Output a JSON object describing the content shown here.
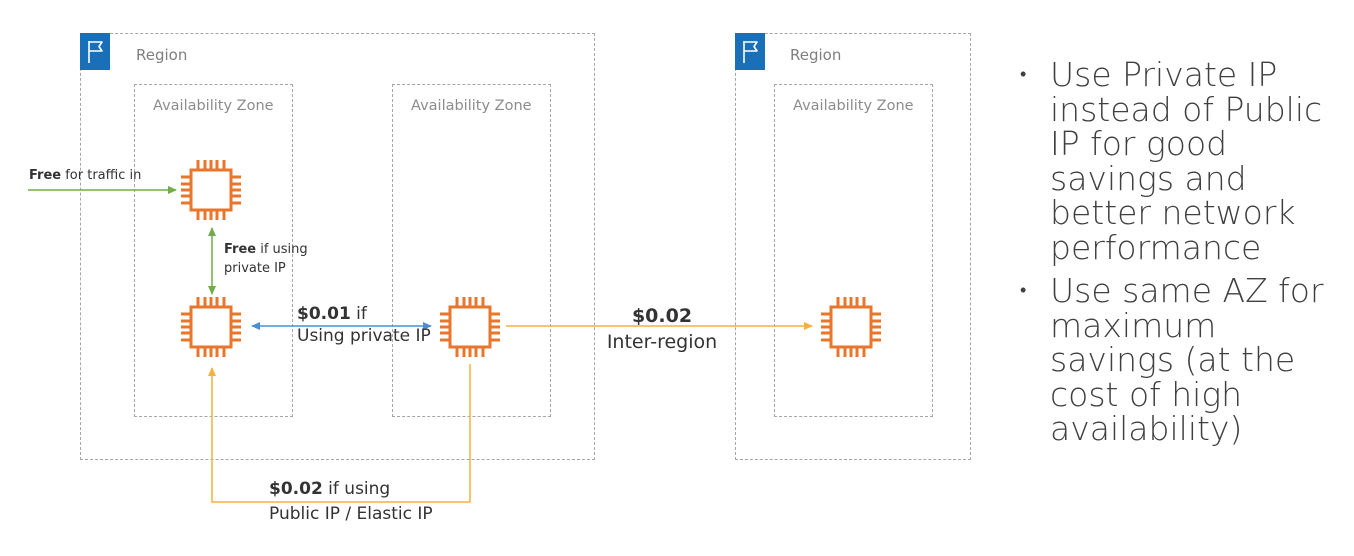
{
  "diagram": {
    "regions": [
      {
        "label": "Region"
      },
      {
        "label": "Region"
      }
    ],
    "availability_zones": [
      {
        "label": "Availability Zone"
      },
      {
        "label": "Availability Zone"
      },
      {
        "label": "Availability Zone"
      }
    ],
    "icons": {
      "region_flag": "flag-icon",
      "instance": "ec2-instance-chip-icon"
    },
    "colors": {
      "ingress": "#70ad47",
      "private": "#4a90d9",
      "public": "#f5b13d",
      "instance": "#e8762c",
      "flag": "#1a70b8"
    },
    "labels": {
      "ingress_bold": "Free",
      "ingress_rest": " for traffic in",
      "private_same_az_bold": "Free",
      "private_same_az_rest_1": " if using",
      "private_same_az_rest_2": "private IP",
      "cross_az_bold": "$0.01",
      "cross_az_rest_1": " if",
      "cross_az_rest_2": "Using private IP",
      "inter_region_bold": "$0.02",
      "inter_region_rest": "Inter-region",
      "public_bold": "$0.02",
      "public_rest_1": " if using",
      "public_rest_2": "Public IP / Elastic IP"
    }
  },
  "bullets": [
    "Use Private IP instead of Public IP for good savings and better network performance",
    "Use same AZ for maximum savings (at the cost of high availability)"
  ],
  "bullet_symbol": "•"
}
